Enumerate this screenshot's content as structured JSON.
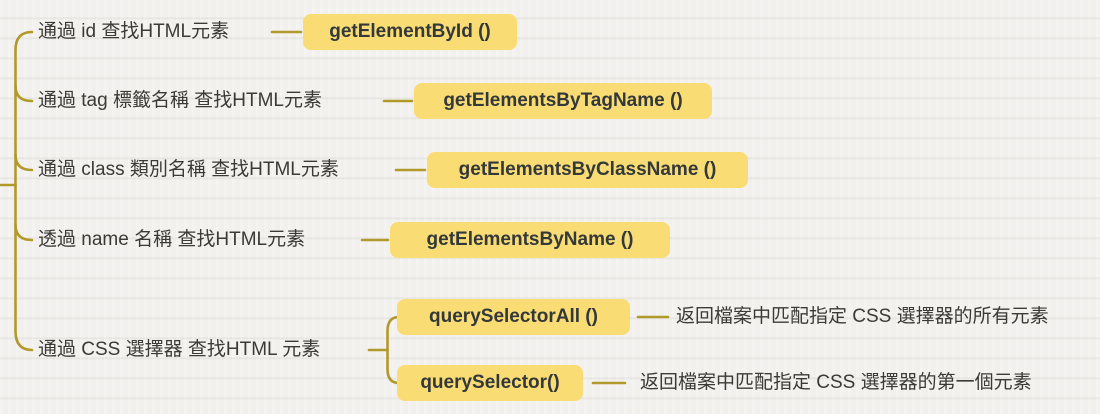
{
  "palette": {
    "background": "#f2f1ee",
    "line": "#b2992c",
    "highlight": "#f9dc73",
    "text": "#3b3a36",
    "method_text": "#33383a"
  },
  "branches": [
    {
      "label": "通過 id 查找HTML元素",
      "method": "getElementById ()"
    },
    {
      "label": "通過 tag 標籤名稱 查找HTML元素",
      "method": "getElementsByTagName ()"
    },
    {
      "label": "通過 class 類別名稱 查找HTML元素",
      "method": "getElementsByClassName ()"
    },
    {
      "label": "透過 name 名稱 查找HTML元素",
      "method": "getElementsByName ()"
    },
    {
      "label": "通過 CSS 選擇器 查找HTML 元素",
      "children": [
        {
          "method": "querySelectorAll ()",
          "description": "返回檔案中匹配指定 CSS 選擇器的所有元素"
        },
        {
          "method": "querySelector()",
          "description": "返回檔案中匹配指定 CSS 選擇器的第一個元素"
        }
      ]
    }
  ]
}
